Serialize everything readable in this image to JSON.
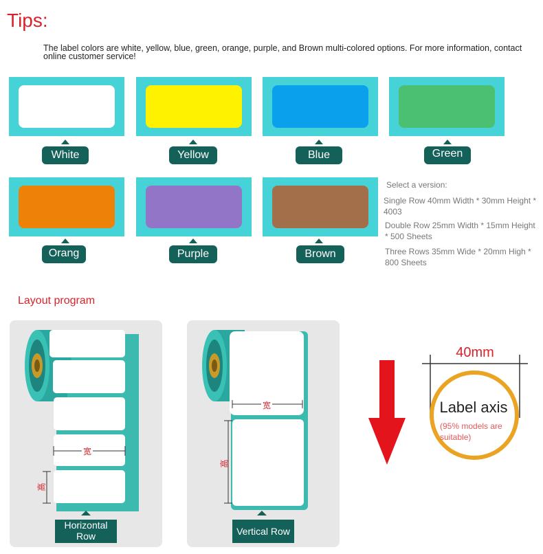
{
  "tips": {
    "title": "Tips:",
    "description": "The label colors are white, yellow, blue, green, orange, purple, and Brown multi-colored options. For more information, contact online customer service!"
  },
  "swatches": [
    {
      "label": "White",
      "color": "#ffffff"
    },
    {
      "label": "Yellow",
      "color": "#fff200"
    },
    {
      "label": "Blue",
      "color": "#0aa0ec"
    },
    {
      "label": "Green",
      "color": "#4bbf72"
    },
    {
      "label": "Orang",
      "color": "#ee8208"
    },
    {
      "label": "Purple",
      "color": "#9375c8"
    },
    {
      "label": "Brown",
      "color": "#a36e4a"
    }
  ],
  "version": {
    "title": "Select a version:",
    "options": [
      "Single Row 40mm Width * 30mm Height * 4003",
      "Double Row 25mm Width * 15mm Height * 500 Sheets",
      "Three Rows 35mm Wide * 20mm High * 800 Sheets"
    ]
  },
  "layout": {
    "title": "Layout program",
    "horizontal_label": "Horizontal Row",
    "vertical_label": "Vertical Row",
    "width_char": "宽",
    "height_char": "高"
  },
  "axis": {
    "measure": "40mm",
    "label": "Label axis",
    "note": "(95% models are suitable)"
  },
  "colors": {
    "accent_red": "#d8232a",
    "teal": "#45d3d8",
    "dark_teal": "#14615a",
    "orange_ring": "#eaa323",
    "arrow_red": "#e4141d"
  }
}
